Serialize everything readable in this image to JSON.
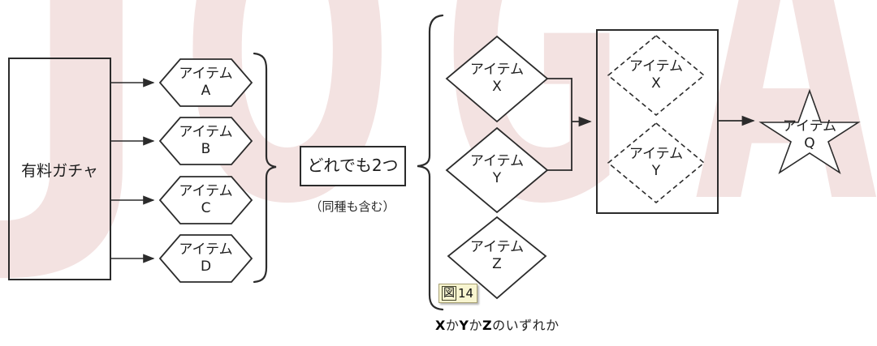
{
  "watermark": {
    "letters": [
      "J",
      "O",
      "G",
      "A"
    ],
    "color": "#f3e2e1"
  },
  "nodes": {
    "source": {
      "label": "有料ガチャ"
    },
    "hex_items": [
      {
        "line1": "アイテム",
        "line2": "A"
      },
      {
        "line1": "アイテム",
        "line2": "B"
      },
      {
        "line1": "アイテム",
        "line2": "C"
      },
      {
        "line1": "アイテム",
        "line2": "D"
      }
    ],
    "selection": {
      "label": "どれでも2つ",
      "note": "（同種も含む）"
    },
    "diamond_items": [
      {
        "line1": "アイテム",
        "line2": "X"
      },
      {
        "line1": "アイテム",
        "line2": "Y"
      },
      {
        "line1": "アイテム",
        "line2": "Z"
      }
    ],
    "result_items": [
      {
        "line1": "アイテム",
        "line2": "X"
      },
      {
        "line1": "アイテム",
        "line2": "Y"
      }
    ],
    "star_item": {
      "line1": "アイテム",
      "line2": "Q"
    }
  },
  "figure_badge": {
    "icon": "図",
    "number": "14"
  },
  "footnote": {
    "parts": [
      "X",
      "か",
      "Y",
      "か",
      "Z",
      "のいずれか"
    ]
  },
  "colors": {
    "line": "#2b2b2b",
    "watermark": "#f3e2e1",
    "badge_bg": "#f8f5d0",
    "badge_border": "#a8a274"
  }
}
